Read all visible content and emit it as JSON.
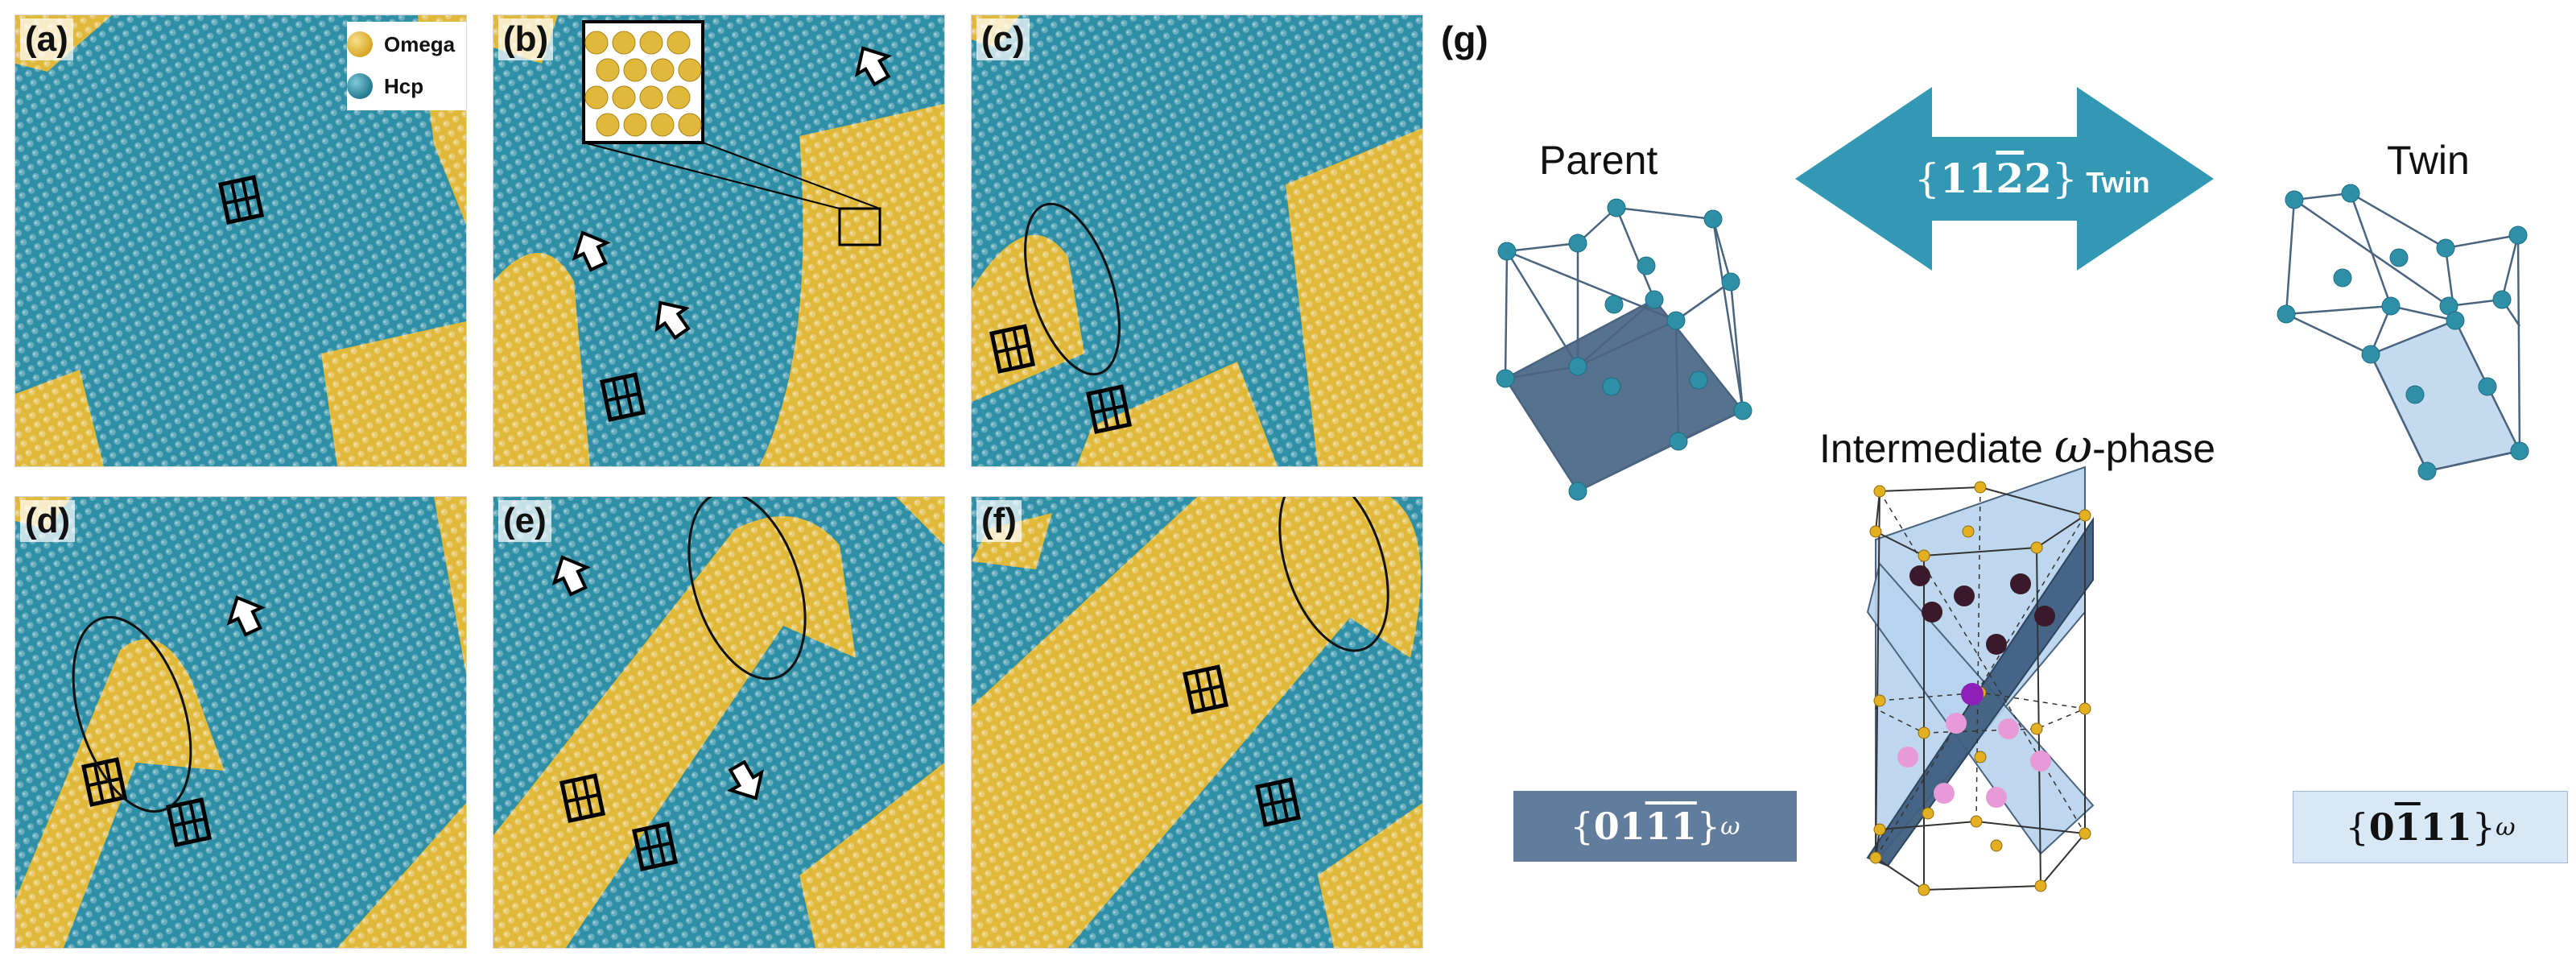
{
  "colors": {
    "omega": "#e0b83a",
    "hcp": "#2e8fa6",
    "arrow": "#3398b4",
    "plane_dark": "#5c7896",
    "plane_light": "#c5dcf0"
  },
  "legend": [
    {
      "label": "Omega",
      "color": "#e0b83a"
    },
    {
      "label": "Hcp",
      "color": "#2e8fa6"
    }
  ],
  "panels": [
    {
      "id": "a",
      "label": "(a)"
    },
    {
      "id": "b",
      "label": "(b)"
    },
    {
      "id": "c",
      "label": "(c)"
    },
    {
      "id": "d",
      "label": "(d)"
    },
    {
      "id": "e",
      "label": "(e)"
    },
    {
      "id": "f",
      "label": "(f)"
    }
  ],
  "panel_g": {
    "label": "(g)",
    "parent_label": "Parent",
    "twin_label": "Twin",
    "arrow_label": {
      "brace_open": "{",
      "digits_plain": "11",
      "digit_bar": "2",
      "digit_end": "2",
      "brace_close": "}",
      "word": "Twin"
    },
    "intermediate_label": {
      "prefix": "Intermediate ",
      "symbol": "ω",
      "suffix": "-phase"
    },
    "plane_left": {
      "brace_open": "{",
      "plain": "01",
      "bar1": "1",
      "bar2": "1",
      "brace_close": "}",
      "subscript": "ω"
    },
    "plane_right": {
      "brace_open": "{",
      "plain": "0",
      "bar": "1",
      "end": "11",
      "brace_close": "}",
      "subscript": "ω"
    }
  }
}
